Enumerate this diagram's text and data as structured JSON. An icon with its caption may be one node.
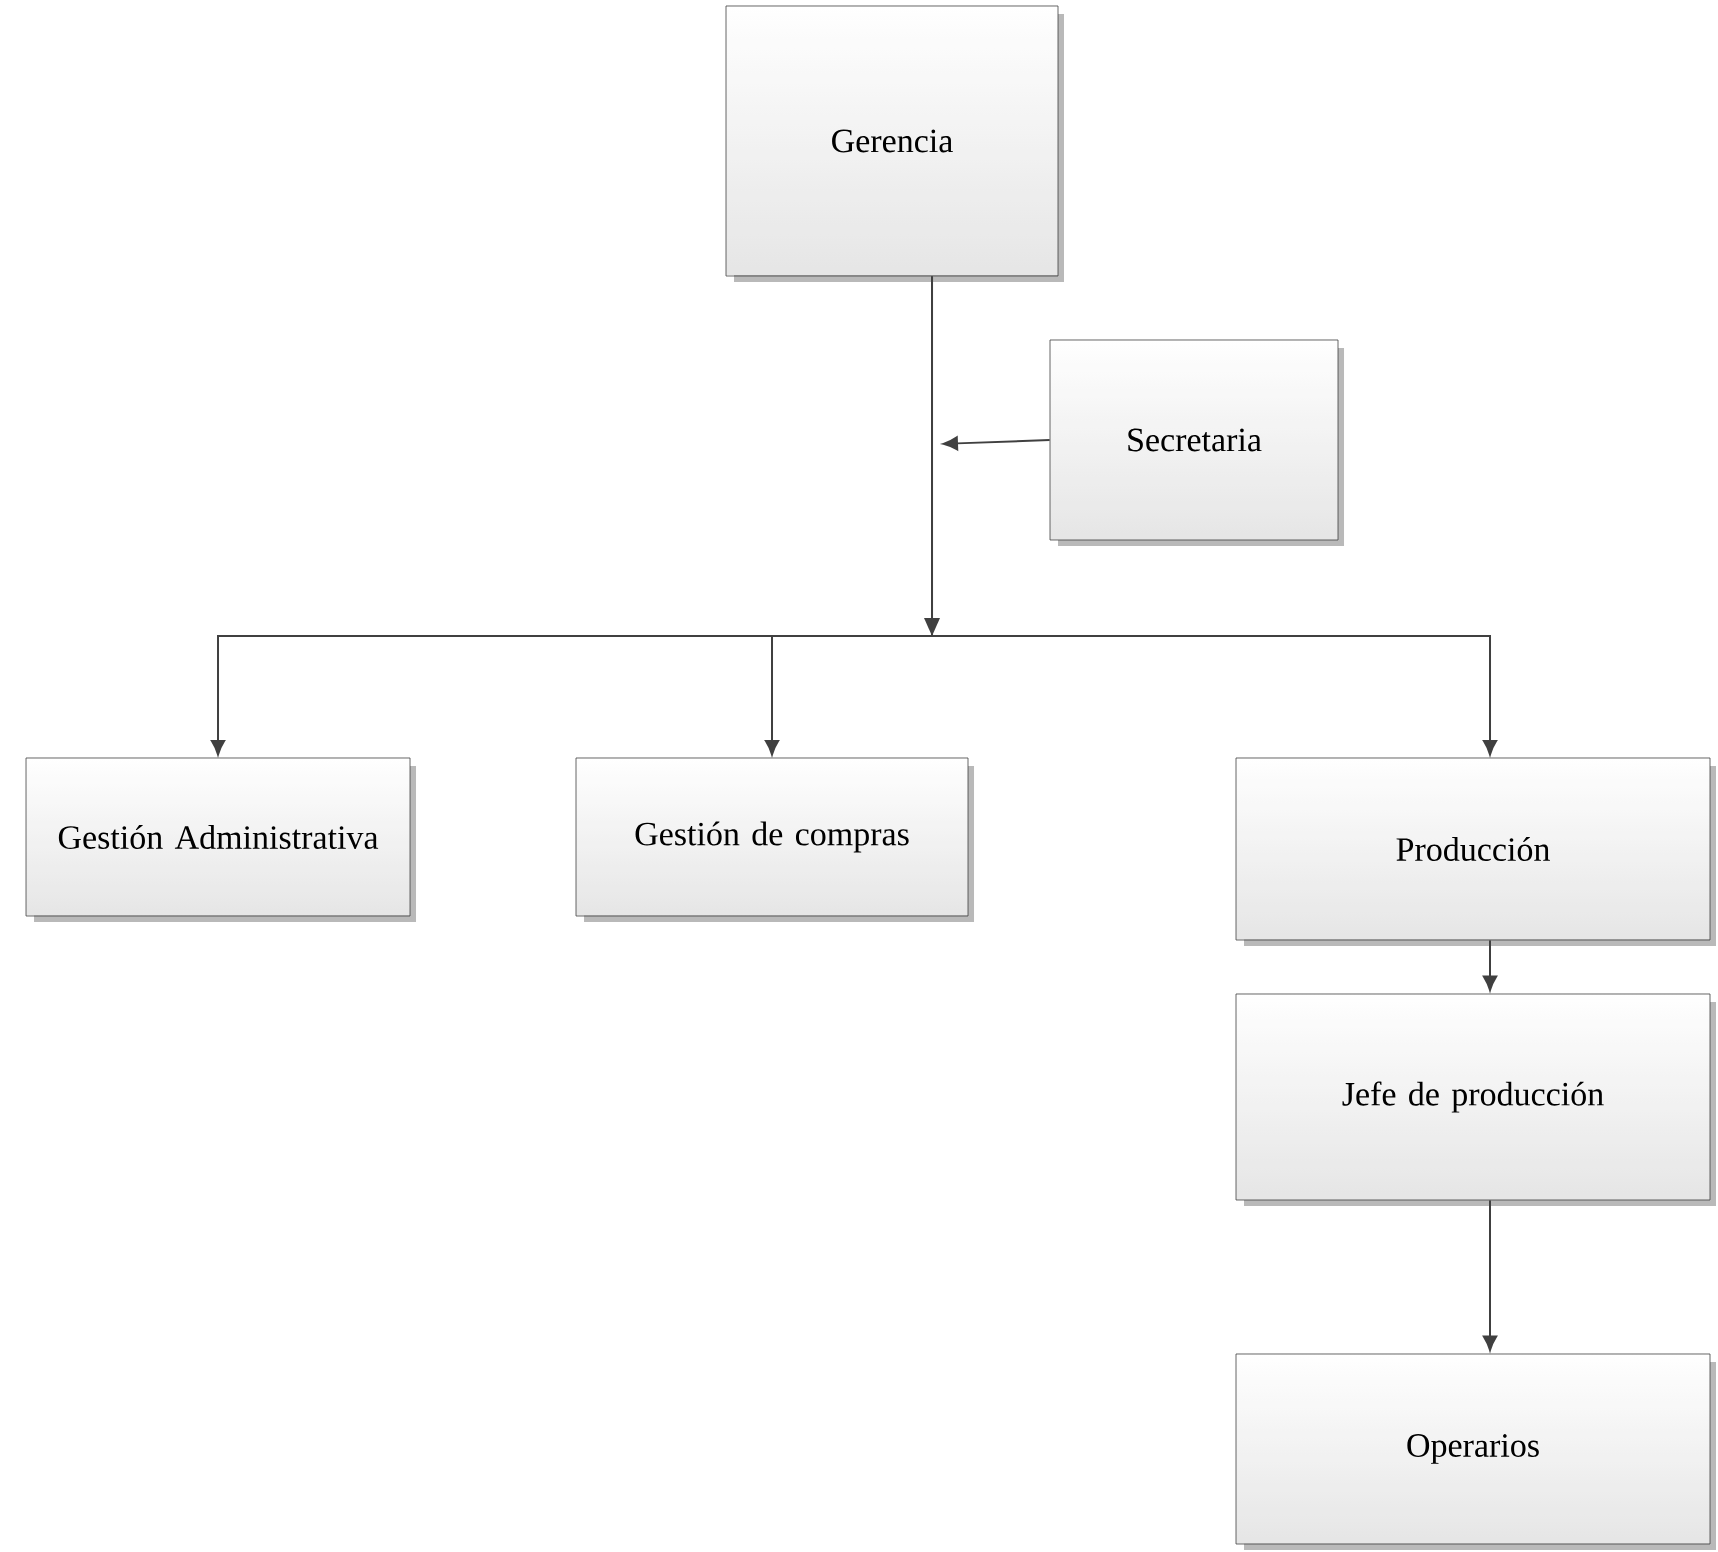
{
  "diagram": {
    "nodes": [
      {
        "text": [
          "Gerencia"
        ]
      },
      {
        "text": [
          "Secretaria"
        ]
      },
      {
        "text": [
          "Gestión Administrativa"
        ]
      },
      {
        "text": [
          "Gestión de compras"
        ]
      },
      {
        "text": [
          "Producción"
        ]
      },
      {
        "text": [
          "Jefe de producción"
        ]
      },
      {
        "text": [
          "Operarios"
        ]
      }
    ],
    "edges": [
      {
        "from": 0,
        "to": 2,
        "arrow": "to"
      },
      {
        "from": 0,
        "to": 3,
        "arrow": "to"
      },
      {
        "from": 0,
        "to": 4,
        "arrow": "to"
      },
      {
        "from": 1,
        "to": null,
        "arrow": "to"
      },
      {
        "from": 4,
        "to": 5,
        "arrow": "to"
      },
      {
        "from": 5,
        "to": 6,
        "arrow": "to"
      }
    ]
  }
}
